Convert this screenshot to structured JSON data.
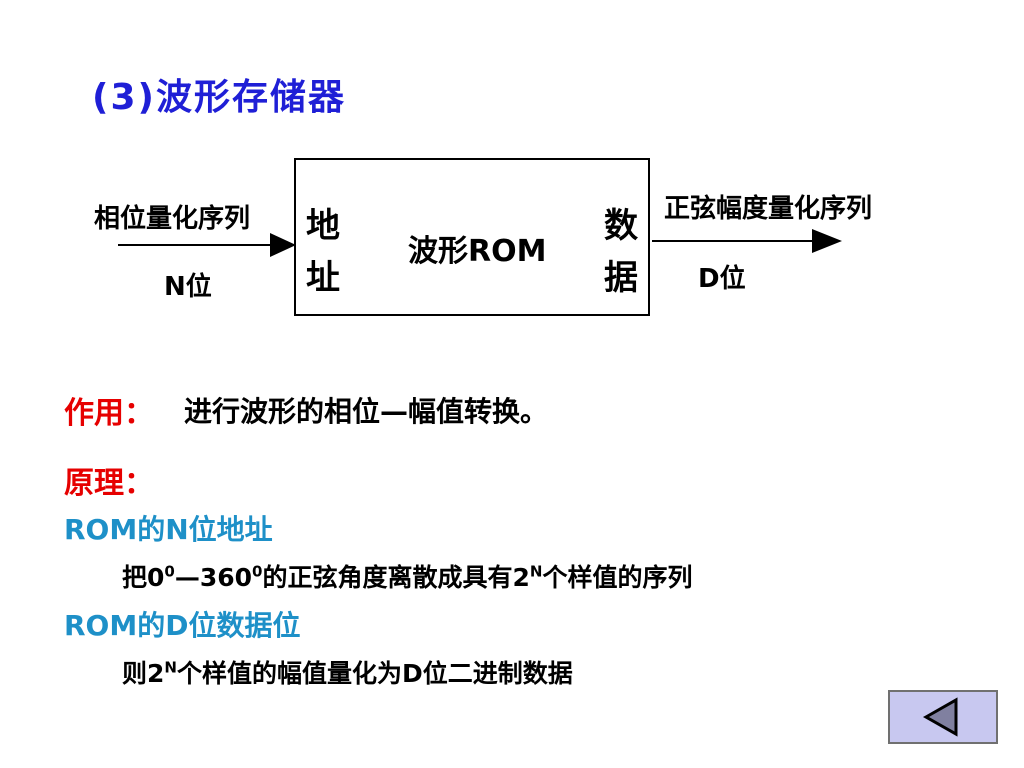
{
  "title": "(3)波形存储器",
  "diagram": {
    "input_label": "相位量化序列",
    "input_bits": "N位",
    "addr_top": "地",
    "addr_bottom": "址",
    "rom_label": "波形ROM",
    "data_top": "数",
    "data_bottom": "据",
    "output_label": "正弦幅度量化序列",
    "output_bits": "D位"
  },
  "function": {
    "label": "作用：",
    "text": "进行波形的相位—幅值转换。"
  },
  "principle": {
    "label": "原理：",
    "rom_addr_heading": "ROM的N位地址",
    "rom_addr_detail": {
      "p1": "把0",
      "sup1": "0",
      "p2": "—360",
      "sup2": "0",
      "p3": "的正弦角度离散成具有2",
      "sup3": "N",
      "p4": "个样值的序列"
    },
    "rom_data_heading": "ROM的D位数据位",
    "rom_data_detail": {
      "p1": "则2",
      "sup1": "N",
      "p2": "个样值的幅值量化为D位二进制数据"
    }
  },
  "nav": {
    "back_icon": "triangle-left-icon"
  },
  "colors": {
    "title": "#1f1fd6",
    "heading": "#e60000",
    "subheading": "#1e90c8",
    "nav_bg": "#c8c8f0"
  }
}
